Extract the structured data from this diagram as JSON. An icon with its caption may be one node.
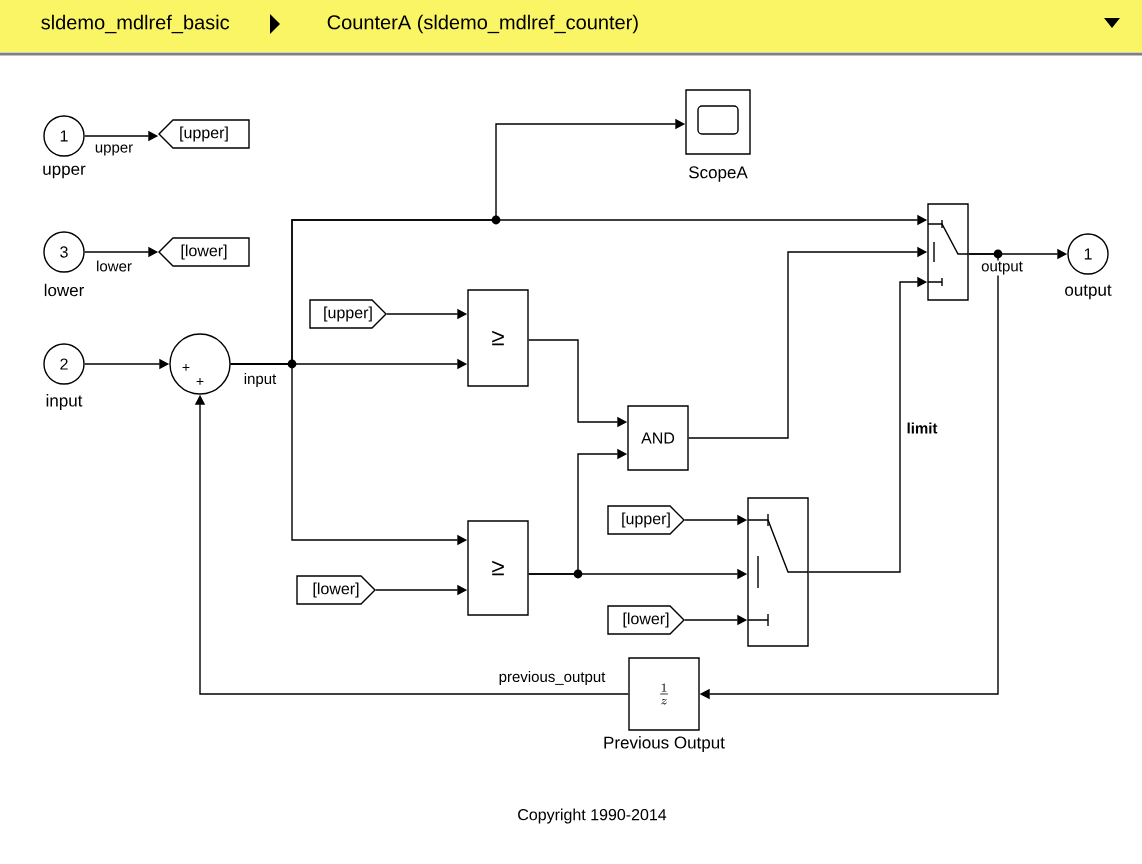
{
  "diagram": {
    "nodes": [
      {
        "text": [
          "1"
        ],
        "beside": [
          "upper"
        ]
      },
      {
        "text": [
          "[upper]"
        ]
      },
      {
        "text": [
          "3"
        ],
        "beside": [
          "lower"
        ]
      },
      {
        "text": [
          "[lower]"
        ]
      },
      {
        "text": [
          "2"
        ],
        "beside": [
          "input"
        ]
      },
      {
        "text": [
          "+",
          "+"
        ]
      },
      {
        "text": [],
        "shape": "box",
        "beside": [
          "ScopeA"
        ]
      },
      {
        "text": [
          "[upper]"
        ]
      },
      {
        "text": [
          "≥"
        ]
      },
      {
        "text": [
          "≥"
        ]
      },
      {
        "text": [
          "[lower]"
        ]
      },
      {
        "text": [
          "AND"
        ]
      },
      {
        "text": [
          "[upper]"
        ]
      },
      {
        "text": [],
        "shape": "box"
      },
      {
        "text": [
          "[lower]"
        ]
      },
      {
        "text": [],
        "shape": "box"
      },
      {
        "text": [
          "1"
        ],
        "beside": [
          "output"
        ]
      },
      {
        "text": [
          "\\frac{1}{z}"
        ],
        "beside": [
          "Previous Output"
        ]
      }
    ],
    "edges": [
      {
        "from": 0,
        "to": 1,
        "arrow": "to",
        "label": "upper"
      },
      {
        "from": 2,
        "to": 3,
        "arrow": "to",
        "label": "lower"
      },
      {
        "from": 4,
        "to": 5,
        "arrow": "to"
      },
      {
        "from": 5,
        "to": 8,
        "arrow": "to",
        "label": "input"
      },
      {
        "from": 5,
        "to": 9,
        "arrow": "to"
      },
      {
        "from": 5,
        "to": 6,
        "arrow": "to"
      },
      {
        "from": 5,
        "to": 15,
        "arrow": "to"
      },
      {
        "from": 7,
        "to": 8,
        "arrow": "to"
      },
      {
        "from": 10,
        "to": 9,
        "arrow": "to"
      },
      {
        "from": 8,
        "to": 11,
        "arrow": "to"
      },
      {
        "from": 9,
        "to": 11,
        "arrow": "to"
      },
      {
        "from": 9,
        "to": 13,
        "arrow": "to"
      },
      {
        "from": 12,
        "to": 13,
        "arrow": "to"
      },
      {
        "from": 14,
        "to": 13,
        "arrow": "to"
      },
      {
        "from": 11,
        "to": 15,
        "arrow": "to"
      },
      {
        "from": 13,
        "to": 15,
        "arrow": "to",
        "label": "limit"
      },
      {
        "from": 15,
        "to": 16,
        "arrow": "to",
        "label": "output"
      },
      {
        "from": 15,
        "to": 17,
        "arrow": "to"
      },
      {
        "from": 17,
        "to": 5,
        "arrow": "to",
        "label": "previous_output"
      }
    ],
    "labels": [
      "sldemo_mdlref_basic",
      "CounterA (sldemo_mdlref_counter)",
      "Copyright 1990-2014"
    ]
  }
}
